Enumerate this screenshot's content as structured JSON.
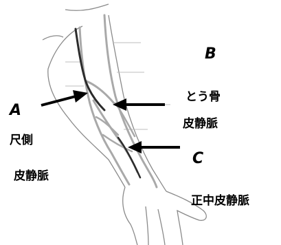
{
  "labels": {
    "a_letter": "A",
    "a_line1": "尺側",
    "a_line2": "皮静脈",
    "b_letter": "B",
    "b_line1": "とう骨",
    "b_line2": "皮静脈",
    "c_letter": "C",
    "c_text": "正中皮静脈"
  },
  "colors": {
    "outline": "#8a8a8a",
    "vein_gray": "#a9a9a9",
    "vein_dark": "#2b2b2b",
    "arrow": "#000000",
    "text": "#000000"
  }
}
